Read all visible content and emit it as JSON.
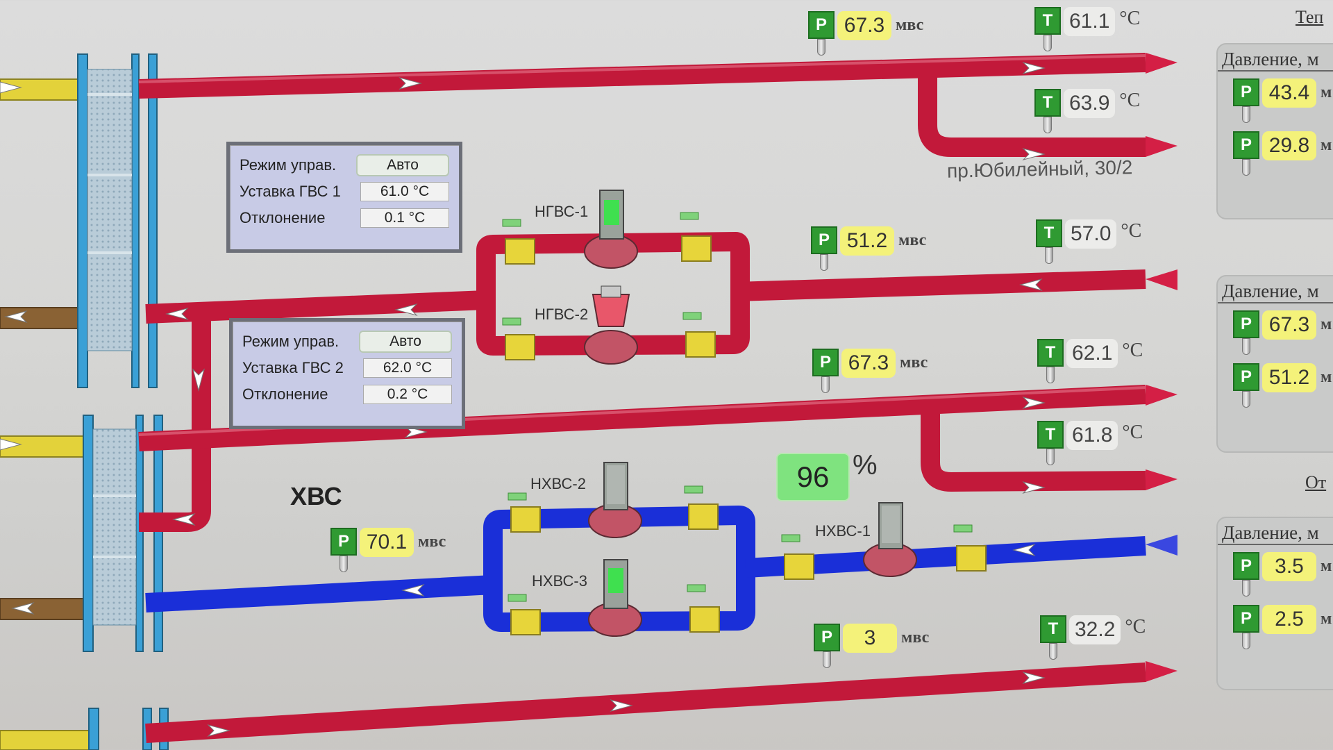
{
  "controls": [
    {
      "mode_label": "Режим управ.",
      "mode_value": "Авто",
      "setpoint_label": "Уставка ГВС 1",
      "setpoint_value": "61.0 °C",
      "deviation_label": "Отклонение",
      "deviation_value": "0.1 °C"
    },
    {
      "mode_label": "Режим управ.",
      "mode_value": "Авто",
      "setpoint_label": "Уставка ГВС 2",
      "setpoint_value": "62.0 °C",
      "deviation_label": "Отклонение",
      "deviation_value": "0.2 °C"
    }
  ],
  "pressure_gauges": [
    {
      "tag": "P",
      "value": "67.3",
      "unit": "мвс"
    },
    {
      "tag": "P",
      "value": "51.2",
      "unit": "мвс"
    },
    {
      "tag": "P",
      "value": "67.3",
      "unit": "мвс"
    },
    {
      "tag": "P",
      "value": "70.1",
      "unit": "мвс"
    },
    {
      "tag": "P",
      "value": "3",
      "unit": "мвс"
    }
  ],
  "temperature_gauges": [
    {
      "tag": "T",
      "value": "61.1",
      "unit": "°C"
    },
    {
      "tag": "T",
      "value": "63.9",
      "unit": "°C"
    },
    {
      "tag": "T",
      "value": "57.0",
      "unit": "°C"
    },
    {
      "tag": "T",
      "value": "62.1",
      "unit": "°C"
    },
    {
      "tag": "T",
      "value": "61.8",
      "unit": "°C"
    },
    {
      "tag": "T",
      "value": "32.2",
      "unit": "°C"
    }
  ],
  "pumps": [
    "НГВС-1",
    "НГВС-2",
    "НХВС-2",
    "НХВС-3",
    "НХВС-1"
  ],
  "valve_percent": {
    "value": "96",
    "unit": "%"
  },
  "labels": {
    "cold_water": "ХВС",
    "address": "пр.Юбилейный, 30/2"
  },
  "top_links": [
    "Теп",
    "От"
  ],
  "side_panels": [
    {
      "title": "Давление, м",
      "gauges": [
        {
          "tag": "P",
          "value": "43.4",
          "unit": "м"
        },
        {
          "tag": "P",
          "value": "29.8",
          "unit": "м"
        }
      ]
    },
    {
      "title": "Давление, м",
      "gauges": [
        {
          "tag": "P",
          "value": "67.3",
          "unit": "м"
        },
        {
          "tag": "P",
          "value": "51.2",
          "unit": "м"
        }
      ]
    },
    {
      "title": "Давление, м",
      "gauges": [
        {
          "tag": "P",
          "value": "3.5",
          "unit": "м"
        },
        {
          "tag": "P",
          "value": "2.5",
          "unit": "м"
        }
      ]
    }
  ],
  "colors": {
    "hot_pipe": "#c2193a",
    "cold_pipe": "#1a2fd8",
    "supply_pipe": "#e3d23a",
    "return_pipe": "#8a6234",
    "heat_exchanger": "#3aa0d6",
    "tag_green": "#2f9a32",
    "value_yellow": "#f4f27a"
  }
}
